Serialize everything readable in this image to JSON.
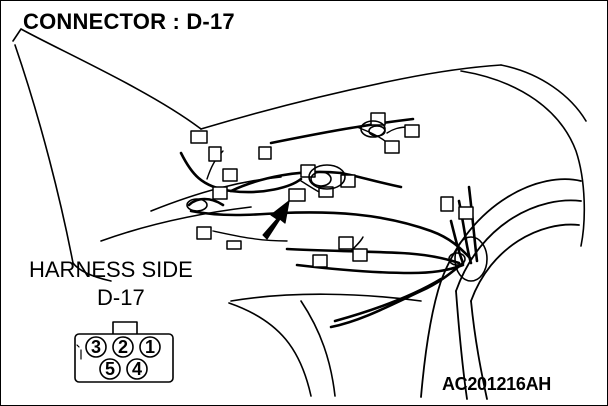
{
  "diagram": {
    "title": "CONNECTOR : D-17",
    "harness_label": "HARNESS SIDE",
    "connector_id": "D-17",
    "code": "AC201216AH",
    "pins_top": [
      "3",
      "2",
      "1"
    ],
    "pins_bottom": [
      "5",
      "4"
    ]
  }
}
